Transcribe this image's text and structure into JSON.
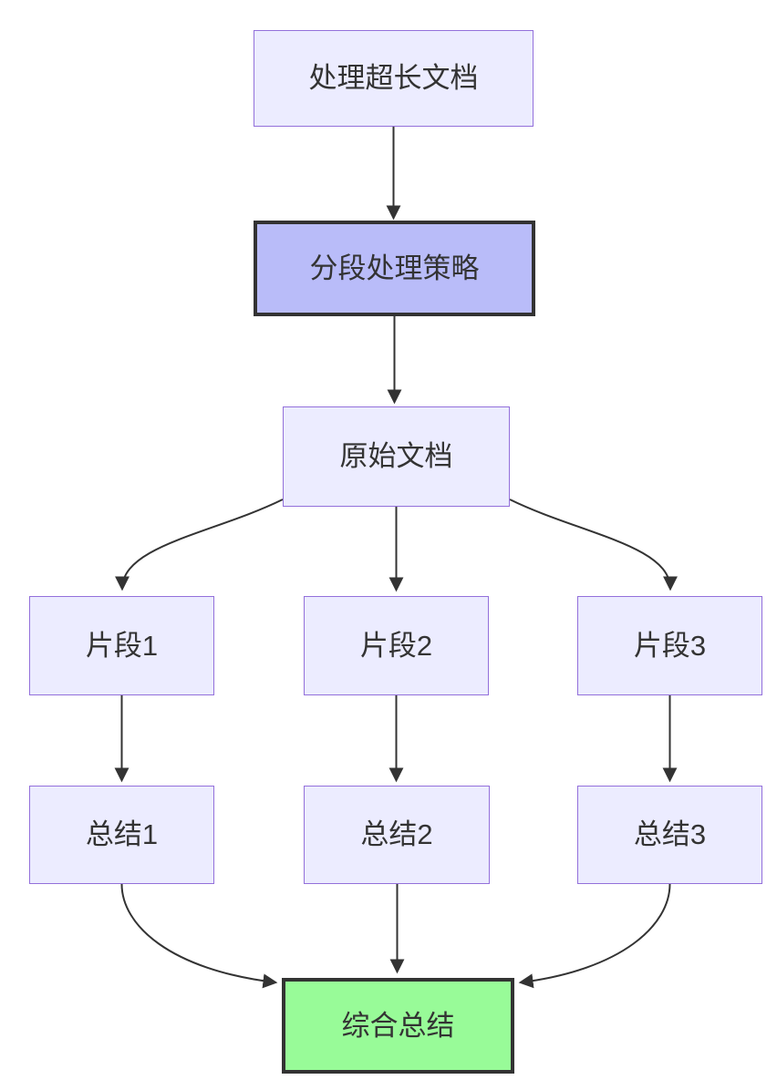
{
  "diagram": {
    "type": "flowchart-top-down",
    "nodes": {
      "task": {
        "label": "处理超长文档"
      },
      "strategy": {
        "label": "分段处理策略"
      },
      "source_doc": {
        "label": "原始文档"
      },
      "chunk1": {
        "label": "片段1"
      },
      "chunk2": {
        "label": "片段2"
      },
      "chunk3": {
        "label": "片段3"
      },
      "summary1": {
        "label": "总结1"
      },
      "summary2": {
        "label": "总结2"
      },
      "summary3": {
        "label": "总结3"
      },
      "final_summary": {
        "label": "综合总结"
      }
    },
    "edges": [
      {
        "from": "task",
        "to": "strategy"
      },
      {
        "from": "strategy",
        "to": "source_doc"
      },
      {
        "from": "source_doc",
        "to": "chunk1"
      },
      {
        "from": "source_doc",
        "to": "chunk2"
      },
      {
        "from": "source_doc",
        "to": "chunk3"
      },
      {
        "from": "chunk1",
        "to": "summary1"
      },
      {
        "from": "chunk2",
        "to": "summary2"
      },
      {
        "from": "chunk3",
        "to": "summary3"
      },
      {
        "from": "summary1",
        "to": "final_summary"
      },
      {
        "from": "summary2",
        "to": "final_summary"
      },
      {
        "from": "summary3",
        "to": "final_summary"
      }
    ]
  },
  "colors": {
    "background": "#ffffff",
    "node_fill": "#ECECFF",
    "node_border": "#9370DB",
    "strategy_fill": "#B9BCF9",
    "strategy_border": "#333333",
    "final_fill": "#98FB98",
    "final_border": "#333333",
    "edge": "#333333",
    "text": "#333333"
  }
}
